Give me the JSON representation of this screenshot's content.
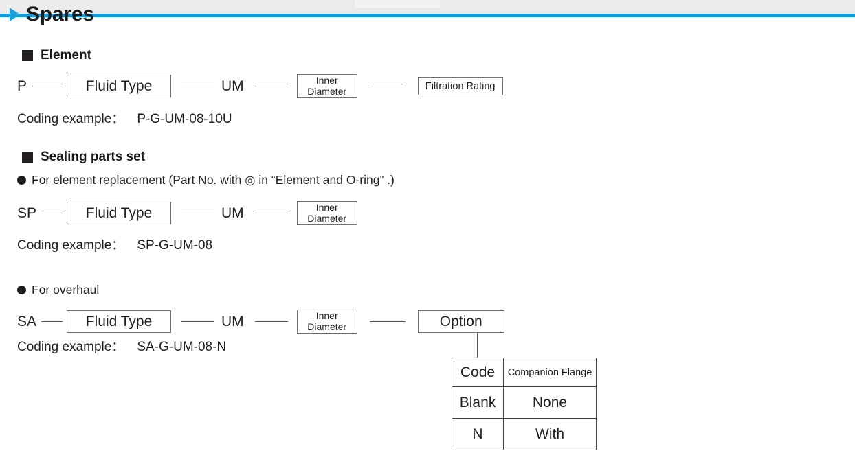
{
  "header": {
    "title": "Spares",
    "triangle_icon": "triangle-right-icon",
    "accent_color": "#169BD5",
    "band_color": "#ebebeb"
  },
  "sections": [
    {
      "id": "element",
      "heading": "Element",
      "bullet_icon": "filled-square-bullet",
      "code_parts": [
        "P",
        "Fluid Type",
        "UM",
        "Inner\nDiameter",
        "Filtration Rating"
      ],
      "code_lead": "P",
      "box_fluid_type": "Fluid Type",
      "label_um": "UM",
      "box_inner_1": "Inner",
      "box_inner_2": "Diameter",
      "box_filtration": "Filtration Rating",
      "coding_label": "Coding example：",
      "coding_value": "P-G-UM-08-10U"
    },
    {
      "id": "sealing-parts-set",
      "heading": "Sealing parts set",
      "bullet_icon": "filled-square-bullet",
      "sub_bullet_icon": "filled-circle-bullet",
      "sub_heading": "For element replacement (Part No. with ◎ in “Element and O-ring” .)",
      "code_lead": "SP",
      "box_fluid_type": "Fluid Type",
      "label_um": "UM",
      "box_inner_1": "Inner",
      "box_inner_2": "Diameter",
      "coding_label": "Coding example：",
      "coding_value": "SP-G-UM-08"
    },
    {
      "id": "overhaul",
      "sub_bullet_icon": "filled-circle-bullet",
      "sub_heading": "For overhaul",
      "code_lead": "SA",
      "box_fluid_type": "Fluid Type",
      "label_um": "UM",
      "box_inner_1": "Inner",
      "box_inner_2": "Diameter",
      "box_option": "Option",
      "coding_label": "Coding example：",
      "coding_value": "SA-G-UM-08-N"
    }
  ],
  "option_table": {
    "headers": [
      "Code",
      "Companion Flange"
    ],
    "rows": [
      [
        "Blank",
        "None"
      ],
      [
        "N",
        "With"
      ]
    ]
  }
}
